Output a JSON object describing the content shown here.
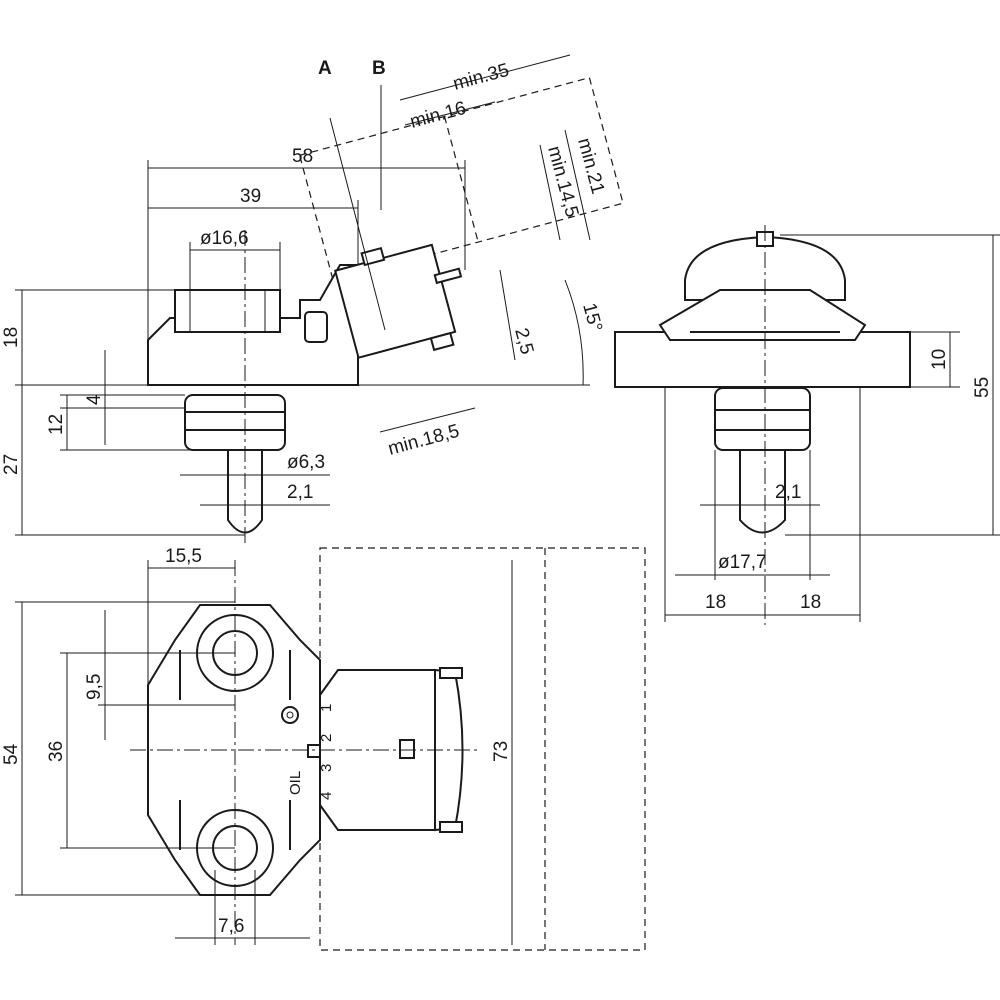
{
  "labels": {
    "a": "A",
    "b": "B",
    "min35": "min.35",
    "min16": "min.16",
    "d58": "58",
    "d39": "39",
    "dia16_6": "ø16,6",
    "min21": "min.21",
    "min14_5": "min.14,5",
    "angle15": "15°",
    "d2_5": "2,5",
    "min18_5": "min.18,5",
    "d18_side": "18",
    "d4": "4",
    "d12": "12",
    "d27": "27",
    "dia6_3": "ø6,3",
    "d2_1_side": "2,1",
    "d10": "10",
    "d55": "55",
    "d2_1_front": "2,1",
    "dia17_7": "ø17,7",
    "d18_left": "18",
    "d18_right": "18",
    "d15_5": "15,5",
    "d54": "54",
    "d36": "36",
    "d9_5": "9,5",
    "d73": "73",
    "d7_6": "7,6",
    "oil": "OIL",
    "pin1": "1",
    "pin2": "2",
    "pin3": "3",
    "pin4": "4"
  }
}
